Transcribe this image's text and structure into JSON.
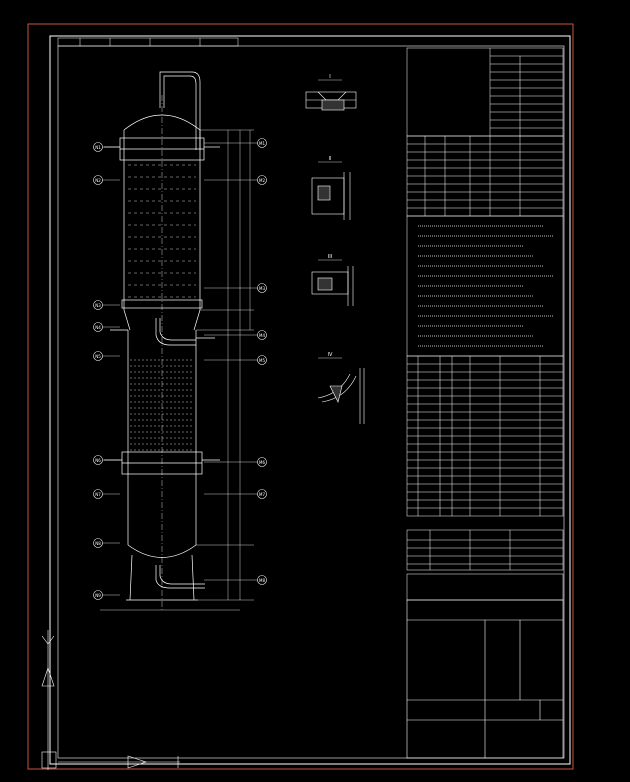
{
  "drawing": {
    "bg": "#000000",
    "frame_color": "#c8553d",
    "line_color": "#ffffff",
    "accent_color": "#2a6cff",
    "nozzle_tags_left": [
      "N1",
      "N2",
      "N3",
      "N4",
      "N5",
      "N6",
      "N7",
      "N8",
      "N9"
    ],
    "nozzle_tags_right": [
      "M1",
      "M2",
      "M3",
      "M4",
      "M5",
      "M6",
      "M7",
      "M8"
    ],
    "detail_titles": [
      "I",
      "II",
      "III",
      "IV"
    ],
    "title_block": {
      "company": "",
      "drawing_no": ""
    }
  }
}
